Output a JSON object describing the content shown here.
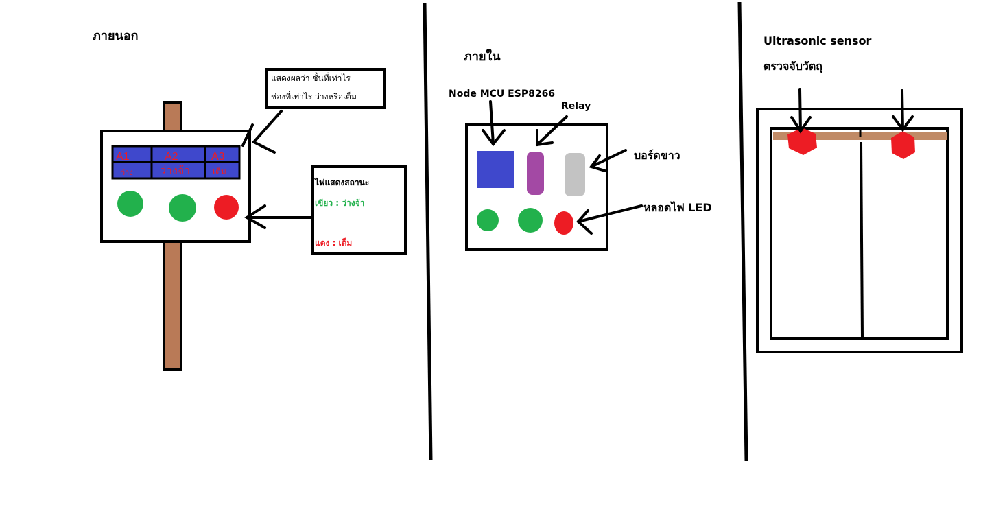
{
  "sections": {
    "outside": {
      "title": "ภายนอก",
      "display_callout": {
        "line1": "แสดงผลว่า  ชั้นที่เท่าไร",
        "line2": "ช่องที่เท่าไร  ว่างหรือเต็ม"
      },
      "slots": [
        {
          "code": "A1",
          "status": "ว่าง"
        },
        {
          "code": "A2",
          "status": "ว่างจ้า"
        },
        {
          "code": "A3",
          "status": "เต็ม"
        }
      ],
      "status_legend": {
        "title": "ไฟแสดงสถานะ",
        "green_label": "เขียว   : ว่างจ้า",
        "red_label": "แดง    : เต็ม"
      }
    },
    "inside": {
      "title": "ภายใน",
      "mcu_label": "Node MCU ESP8266",
      "relay_label": "Relay",
      "board_label": "บอร์ดขาว",
      "led_label": "หลอดไฟ   LED"
    },
    "sensor": {
      "title_line1": "Ultrasonic sensor",
      "title_line2": "ตรวจจับวัตถุ"
    }
  },
  "colors": {
    "green": "#22b14c",
    "red": "#ed1c24",
    "blue": "#3f48cc",
    "purple": "#a349a4",
    "gray": "#c3c3c3",
    "brown": "#b97a57",
    "tan": "#c08a66"
  }
}
